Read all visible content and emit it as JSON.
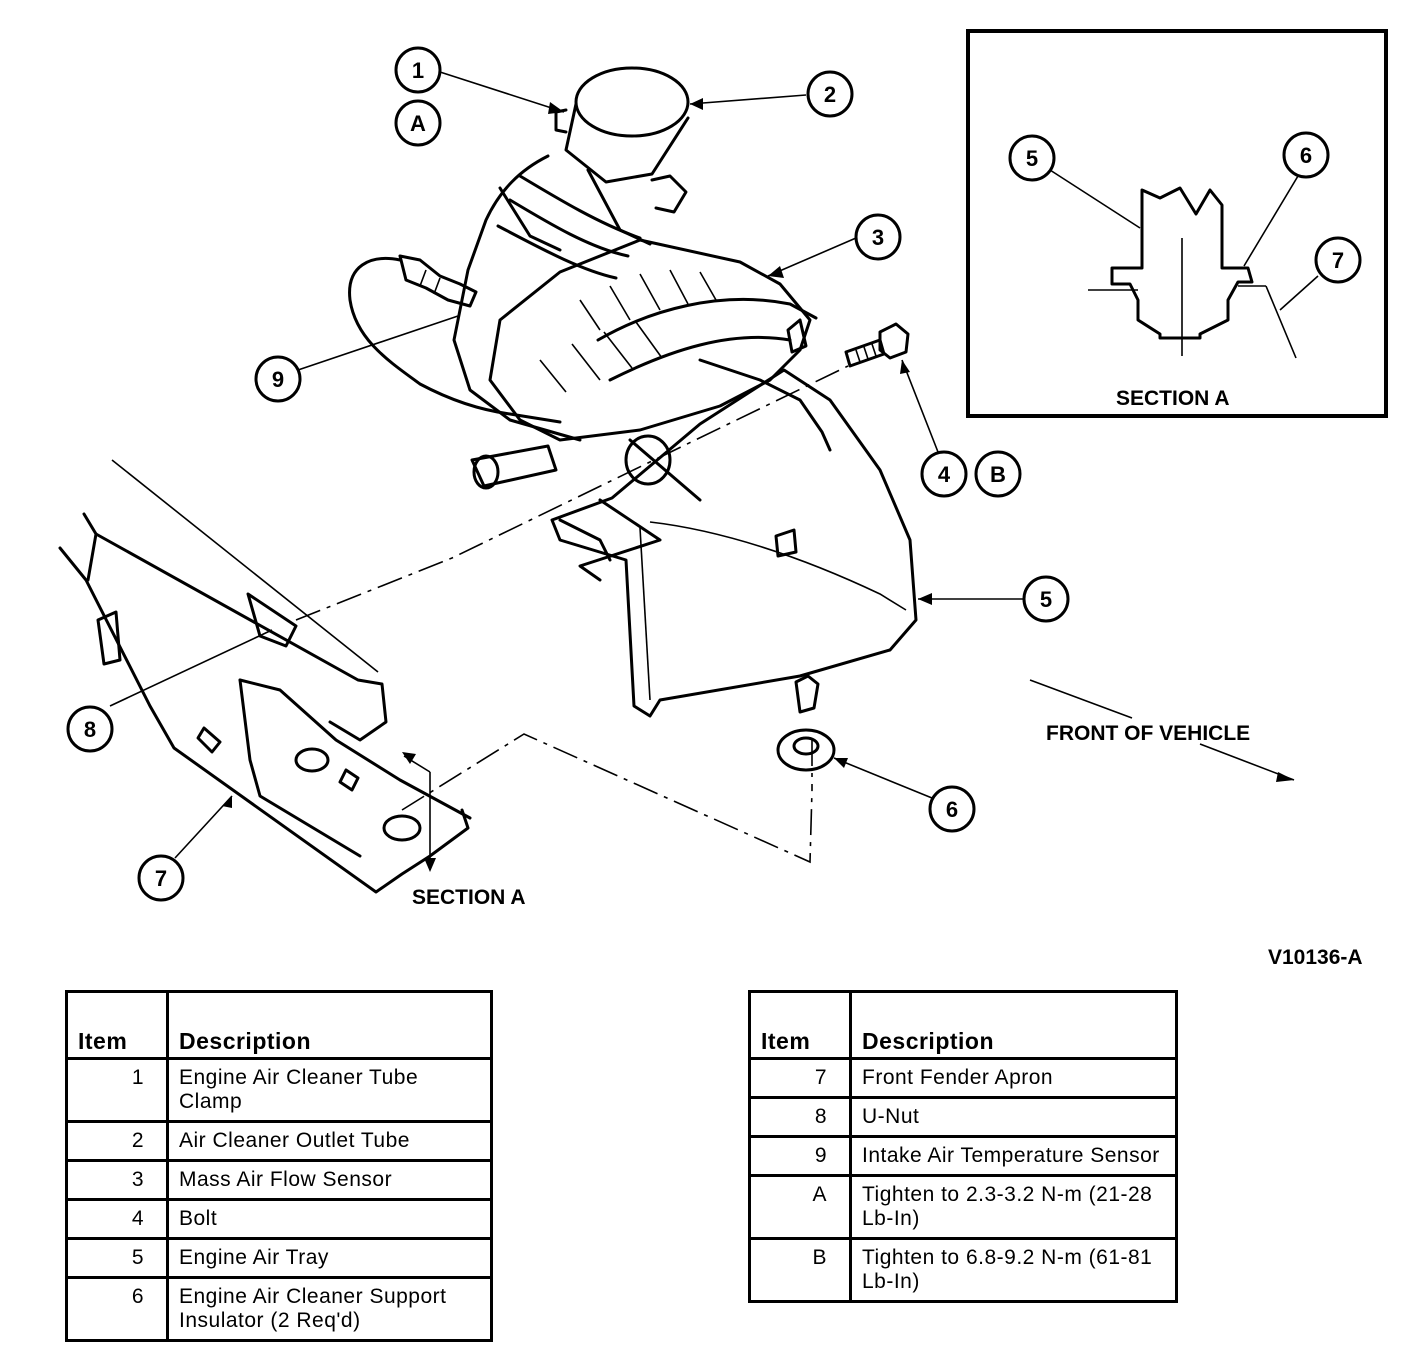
{
  "figure_code": "V10136-A",
  "labels": {
    "section_a_inset": "SECTION A",
    "section_a_main": "SECTION A",
    "front_of_vehicle": "FRONT OF VEHICLE"
  },
  "callouts": {
    "c1": "1",
    "cA": "A",
    "c2": "2",
    "c3": "3",
    "c9": "9",
    "c4": "4",
    "cB": "B",
    "c5": "5",
    "c8": "8",
    "c6": "6",
    "c7": "7",
    "i5": "5",
    "i6": "6",
    "i7": "7"
  },
  "legend_left": {
    "header_item": "Item",
    "header_desc": "Description",
    "rows": [
      {
        "item": "1",
        "desc": "Engine Air Cleaner Tube Clamp"
      },
      {
        "item": "2",
        "desc": "Air Cleaner Outlet Tube"
      },
      {
        "item": "3",
        "desc": "Mass Air Flow Sensor"
      },
      {
        "item": "4",
        "desc": "Bolt"
      },
      {
        "item": "5",
        "desc": "Engine Air Tray"
      },
      {
        "item": "6",
        "desc": "Engine Air Cleaner Support Insulator  (2 Req'd)"
      }
    ]
  },
  "legend_right": {
    "header_item": "Item",
    "header_desc": "Description",
    "rows": [
      {
        "item": "7",
        "desc": "Front Fender Apron"
      },
      {
        "item": "8",
        "desc": "U-Nut"
      },
      {
        "item": "9",
        "desc": "Intake Air Temperature Sensor"
      },
      {
        "item": "A",
        "desc": "Tighten to 2.3-3.2 N-m (21-28 Lb-In)"
      },
      {
        "item": "B",
        "desc": "Tighten to 6.8-9.2 N-m (61-81 Lb-In)"
      }
    ]
  }
}
